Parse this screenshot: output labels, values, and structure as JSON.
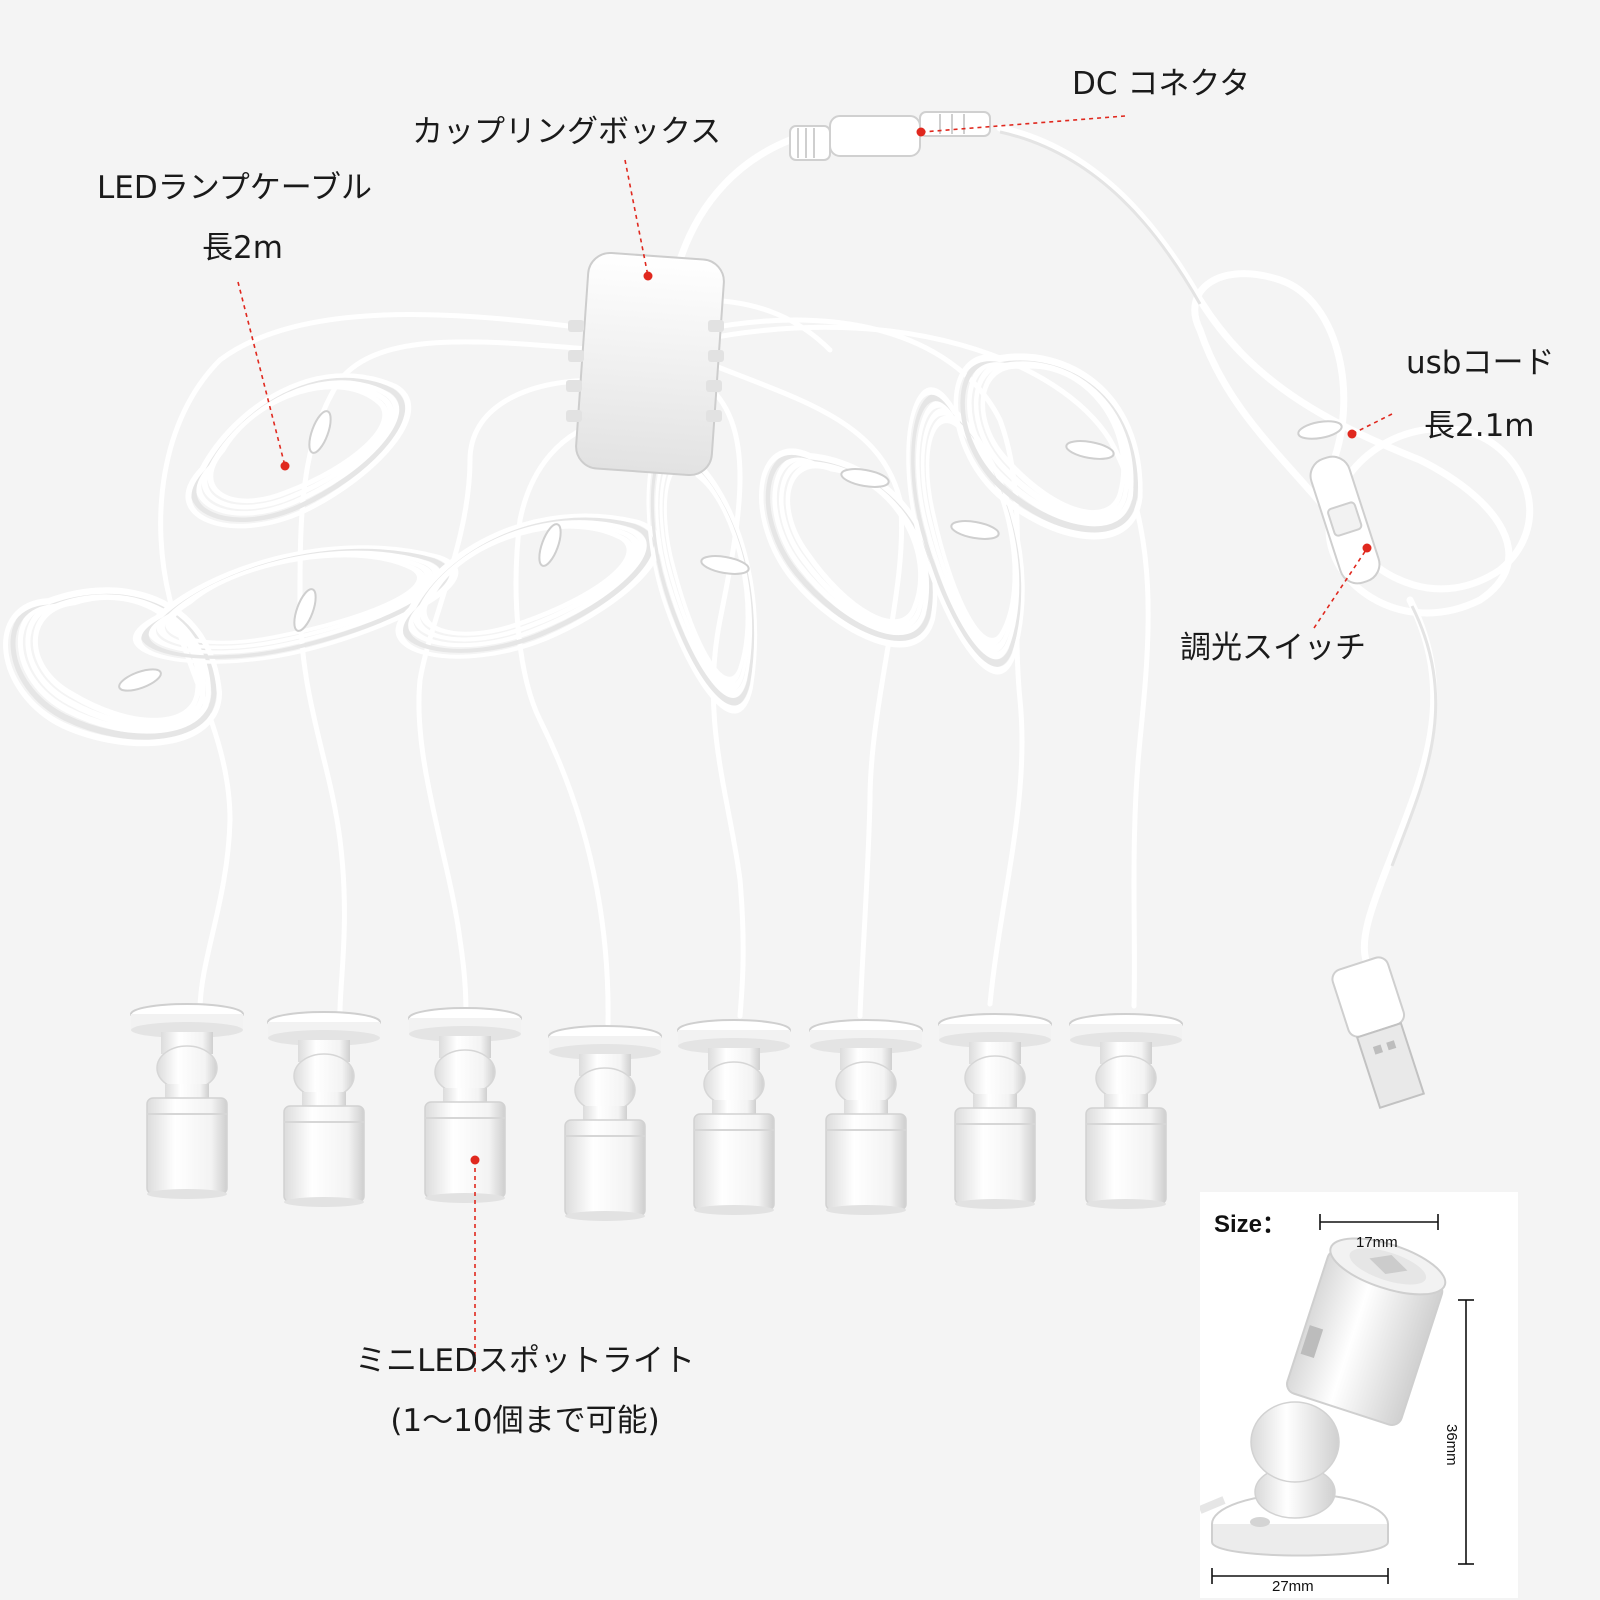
{
  "labels": {
    "dc_connector": "DC コネクタ",
    "coupling_box": "カップリングボックス",
    "led_cable_title": "LEDランプケーブル",
    "led_cable_length": "長2m",
    "usb_cord_title": "usbコード",
    "usb_cord_length": "長2.1m",
    "dimmer_switch": "調光スイッチ",
    "spotlight_title": "ミニLEDスポットライト",
    "spotlight_note": "(1～10個まで可能)"
  },
  "inset": {
    "size_label": "Size：",
    "width_top": "17mm",
    "height": "36mm",
    "width_bottom": "27mm"
  },
  "colors": {
    "background": "#f4f4f4",
    "product": "#ffffff",
    "product_shade": "#d8d8d8",
    "leader_line": "#e0281e",
    "text": "#1a1a1a"
  },
  "spotlight_count": 8
}
